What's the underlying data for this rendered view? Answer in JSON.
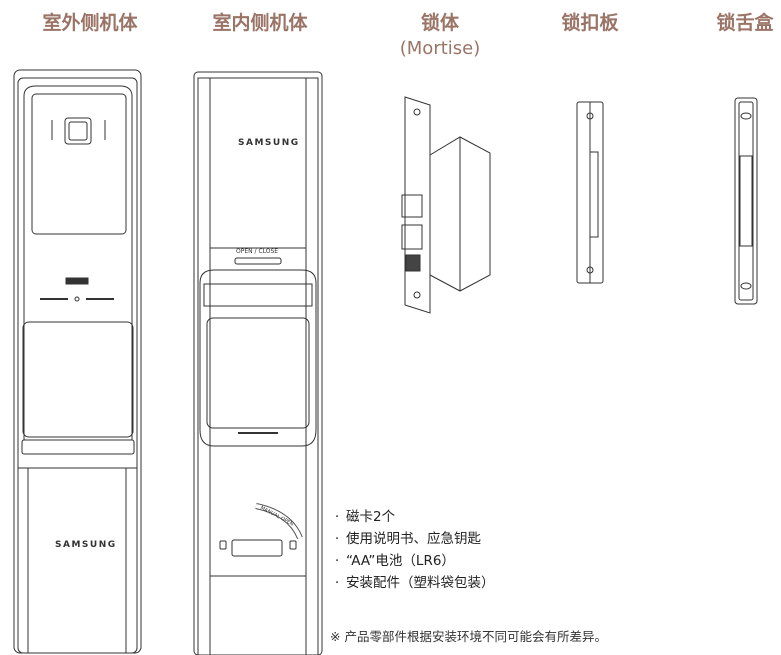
{
  "headers": {
    "outside": "室外侧机体",
    "inside": "室内侧机体",
    "mortise": "锁体",
    "mortise_sub": "(Mortise)",
    "strike": "锁扣板",
    "latch_box": "锁舌盒"
  },
  "outside_unit": {
    "brand": "SAMSUNG"
  },
  "inside_unit": {
    "brand": "SAMSUNG",
    "open_close": "OPEN / CLOSE",
    "manual_open": "MANUAL OPEN"
  },
  "accessories": [
    "磁卡2个",
    "使用说明书、应急钥匙",
    "“AA”电池（LR6）",
    "安装配件（塑料袋包装）"
  ],
  "note": "※ 产品零部件根据安装环境不同可能会有所差异。"
}
